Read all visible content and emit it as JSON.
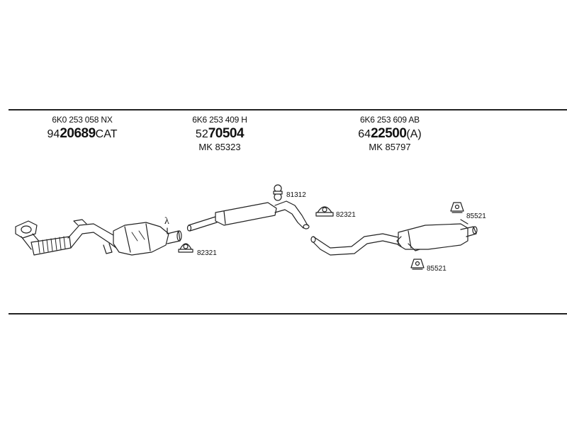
{
  "parts": [
    {
      "oem": "6K0 253 058 NX",
      "partno_prefix": "94",
      "partno_main": "20689",
      "partno_suffix": "CAT",
      "mk": ""
    },
    {
      "oem": "6K6 253 409 H",
      "partno_prefix": "52",
      "partno_main": "70504",
      "partno_suffix": "",
      "mk": "MK  85323"
    },
    {
      "oem": "6K6 253 609 AB",
      "partno_prefix": "64",
      "partno_main": "22500",
      "partno_suffix": "(A)",
      "mk": "MK  85797"
    }
  ],
  "accessories": {
    "clamp_cat": "82321",
    "hanger_mid": "81312",
    "clamp_mid": "82321",
    "rubber_top": "85521",
    "rubber_bottom": "85521",
    "lambda_symbol": "λ"
  },
  "colors": {
    "line": "#222222",
    "fill": "#ffffff"
  }
}
